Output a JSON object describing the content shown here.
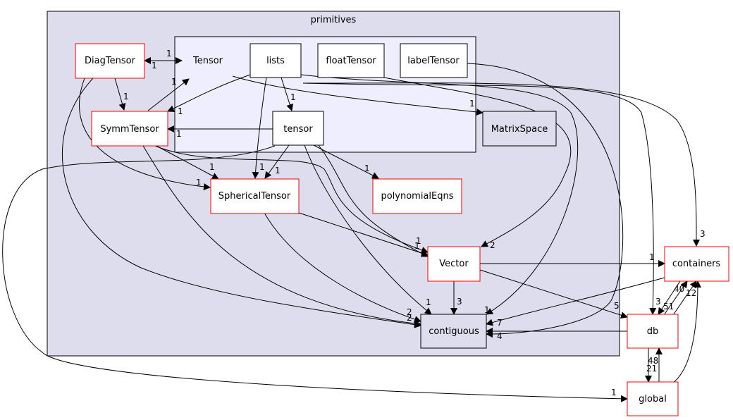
{
  "colors": {
    "outer_cluster_fill": "#ddddee",
    "inner_cluster_fill": "#eeeeff",
    "red_border": "#ff0000",
    "black_border": "#000000",
    "edge": "#000000"
  },
  "clusters": {
    "primitives": "primitives",
    "tensor_group": "Tensor"
  },
  "nodes": {
    "diagtensor": "DiagTensor",
    "lists": "lists",
    "floattensor": "floatTensor",
    "labeltensor": "labelTensor",
    "symmtensor": "SymmTensor",
    "tensor": "tensor",
    "matrixspace": "MatrixSpace",
    "sphericaltensor": "SphericalTensor",
    "polynomialeqns": "polynomialEqns",
    "vector": "Vector",
    "contiguous": "contiguous",
    "containers": "containers",
    "db": "db",
    "global": "global"
  },
  "edge_labels": {
    "diag_tensor_a": "1",
    "diag_tensor_b": "1",
    "diag_symm": "1",
    "symm_tensorgrp": "1",
    "lists_symm": "1",
    "tensor_symm": "1",
    "lists_tensor": "1",
    "tensor_matrix": "1",
    "symm_spherical": "1",
    "diag_spherical": "1",
    "lists_spherical": "1",
    "tensor_spherical": "1",
    "tensor_poly": "1",
    "spherical_vector_a": "1",
    "spherical_vector_b": "1",
    "vector_contiguous": "3",
    "tensor_contiguous": "1",
    "symm_contiguous": "2",
    "diag_contiguous": "2",
    "lists_contiguous": "1",
    "vector_containers": "1",
    "containers_contiguous": "7",
    "db_contiguous": "4",
    "floattensor_vector": "2",
    "tensor_containers": "3",
    "vector_db": "5",
    "db_containers_a": "3",
    "db_containers_b": "51",
    "containers_db": "40",
    "global_containers": "12",
    "db_global": "21",
    "global_db": "48",
    "symm_global": "1"
  }
}
